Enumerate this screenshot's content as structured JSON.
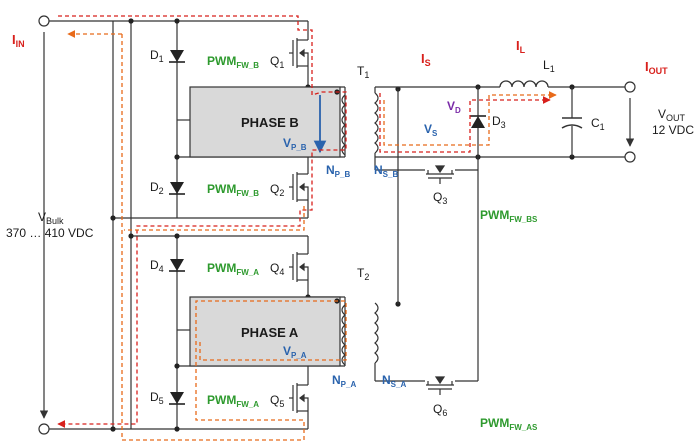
{
  "labels": {
    "i_in": "I",
    "i_in_sub": "IN",
    "v_bulk": "V",
    "v_bulk_sub": "Bulk",
    "v_bulk_range": "370 … 410 VDC",
    "d1": "D",
    "d1_sub": "1",
    "d2": "D",
    "d2_sub": "2",
    "d3": "D",
    "d3_sub": "3",
    "d4": "D",
    "d4_sub": "4",
    "d5": "D",
    "d5_sub": "5",
    "q1": "Q",
    "q1_sub": "1",
    "q2": "Q",
    "q2_sub": "2",
    "q3": "Q",
    "q3_sub": "3",
    "q4": "Q",
    "q4_sub": "4",
    "q5": "Q",
    "q5_sub": "5",
    "q6": "Q",
    "q6_sub": "6",
    "pwm": "PWM",
    "pwm_fw_b": "FW_B",
    "pwm_fw_a": "FW_A",
    "pwm_fw_bs": "FW_BS",
    "pwm_fw_as": "FW_AS",
    "phase_b": "PHASE B",
    "phase_a": "PHASE A",
    "v_p_b": "V",
    "v_p_b_sub": "P_B",
    "v_p_a": "V",
    "v_p_a_sub": "P_A",
    "n_p_b": "N",
    "n_p_b_sub": "P_B",
    "n_p_a": "N",
    "n_p_a_sub": "P_A",
    "n_s_b": "N",
    "n_s_b_sub": "S_B",
    "n_s_a": "N",
    "n_s_a_sub": "S_A",
    "t1": "T",
    "t1_sub": "1",
    "t2": "T",
    "t2_sub": "2",
    "i_s": "I",
    "i_s_sub": "S",
    "i_l": "I",
    "i_l_sub": "L",
    "l1": "L",
    "l1_sub": "1",
    "v_d": "V",
    "v_d_sub": "D",
    "v_s": "V",
    "v_s_sub": "S",
    "c1": "C",
    "c1_sub": "1",
    "i_out": "I",
    "i_out_sub": "OUT",
    "v_out": "V",
    "v_out_sub": "OUT",
    "v_out_value": "12 VDC"
  },
  "colors": {
    "current_path_red": "#d8201c",
    "current_path_orange": "#e86a1a",
    "pwm_green": "#2e9a2e",
    "voltage_blue": "#2a63ad",
    "phase_box_fill": "#d9d9d9"
  }
}
